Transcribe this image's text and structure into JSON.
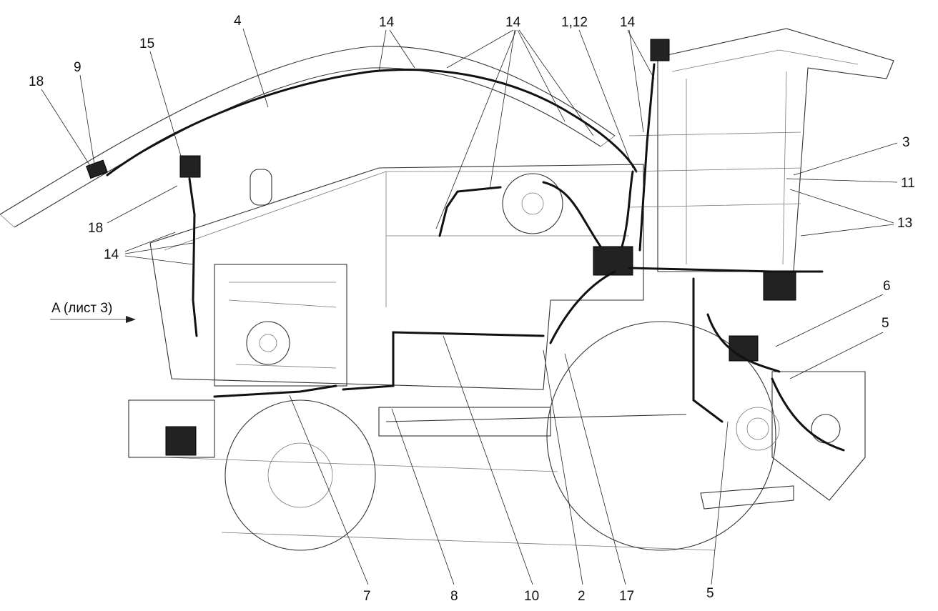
{
  "diagram": {
    "title": "Harness routing - side view of harvester",
    "view_reference": "A (лист 3)",
    "callouts": {
      "c4": "4",
      "c14_top_a": "14",
      "c14_top_b": "14",
      "c1_12": "1,12",
      "c14_top_c": "14",
      "c15": "15",
      "c9": "9",
      "c18_top": "18",
      "c3": "3",
      "c11": "11",
      "c13": "13",
      "c18_mid": "18",
      "c14_left": "14",
      "c6": "6",
      "c5_right": "5",
      "c7": "7",
      "c8": "8",
      "c10": "10",
      "c2": "2",
      "c17": "17",
      "c5_bottom": "5"
    }
  }
}
